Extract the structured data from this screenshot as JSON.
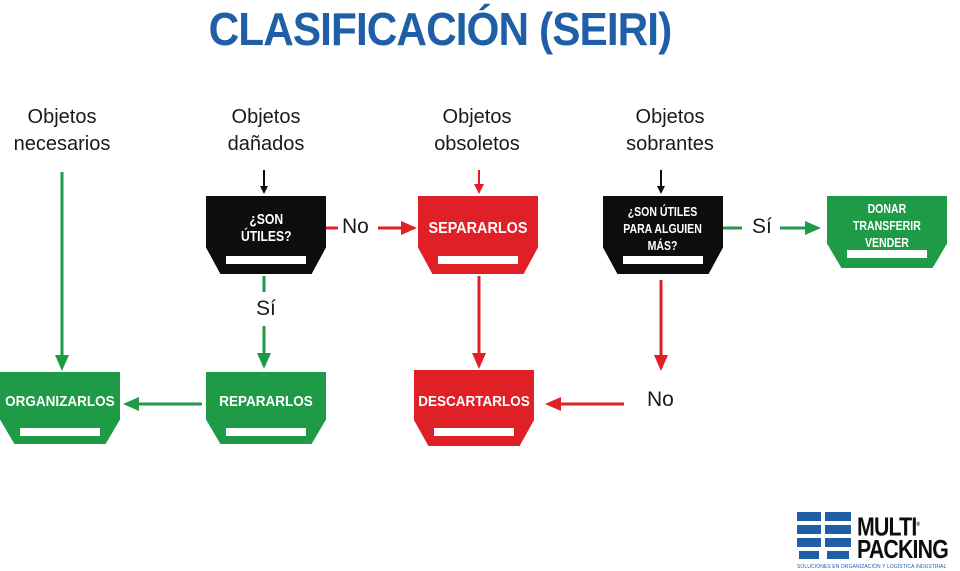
{
  "title": "CLASIFICACIÓN (SEIRI)",
  "columns": [
    {
      "line1": "Objetos",
      "line2": "necesarios"
    },
    {
      "line1": "Objetos",
      "line2": "dañados"
    },
    {
      "line1": "Objetos",
      "line2": "obsoletos"
    },
    {
      "line1": "Objetos",
      "line2": "sobrantes"
    }
  ],
  "boxes": {
    "son_utiles": {
      "line1": "¿SON",
      "line2": "ÚTILES?"
    },
    "separarlos": "SEPARARLOS",
    "son_utiles_alguien": {
      "line1": "¿SON ÚTILES",
      "line2": "PARA ALGUIEN",
      "line3": "MÁS?"
    },
    "donar": {
      "line1": "DONAR",
      "line2": "TRANSFERIR",
      "line3": "VENDER"
    },
    "organizarlos": "ORGANIZARLOS",
    "repararlos": "REPARARLOS",
    "descartarlos": "DESCARTARLOS"
  },
  "flow_labels": {
    "no_1": "No",
    "si_1": "Sí",
    "si_2": "Sí",
    "no_2": "No"
  },
  "colors": {
    "title": "#1f5fa8",
    "black_box": "#0d0d0d",
    "red": "#e02027",
    "green": "#1f9a47"
  },
  "logo": {
    "line1": "MULTI",
    "line2": "PACKING",
    "registered": "®",
    "tagline": "SOLUCIONES EN ORGANIZACIÓN Y LOGÍSTICA INDUSTRIAL"
  }
}
